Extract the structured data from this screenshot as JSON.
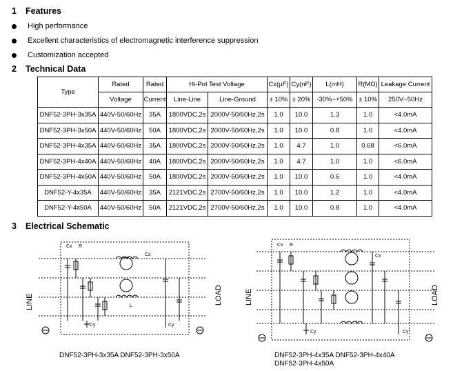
{
  "sections": {
    "features": {
      "num": "1",
      "title": "Features"
    },
    "technical": {
      "num": "2",
      "title": "Technical Data"
    },
    "schematic": {
      "num": "3",
      "title": "Electrical Schematic"
    }
  },
  "features": [
    "High performance",
    "Excellent characteristics of electromagnetic interference suppression",
    "Customization accepted"
  ],
  "table": {
    "headers": {
      "type": "Type",
      "rated_voltage_1": "Rated",
      "rated_voltage_2": "Voltage",
      "rated_current_1": "Rated",
      "rated_current_2": "Current",
      "hipot": "Hi-Pot Test Voltage",
      "line_line": "Line-Line",
      "line_ground": "Line-Ground",
      "cx_1": "Cx(μF)",
      "cx_2": "± 10%",
      "cy_1": "Cy(nF)",
      "cy_2": "± 20%",
      "l_1": "L(mH)",
      "l_2": "-30%~+50%",
      "r_1": "R(MΩ)",
      "r_2": "± 10%",
      "leak_1": "Leakage Current",
      "leak_2": "250V~50Hz"
    },
    "rows": [
      [
        "DNF52-3PH-3x35A",
        "440V-50/60Hz",
        "35A",
        "1800VDC,2s",
        "2000V-50/60Hz,2s",
        "1.0",
        "10.0",
        "1.3",
        "1.0",
        "<4.0mA"
      ],
      [
        "DNF52-3PH-3x50A",
        "440V-50/60Hz",
        "50A",
        "1800VDC,2s",
        "2000V-50/60Hz,2s",
        "1.0",
        "10.0",
        "0.8",
        "1.0",
        "<4.0mA"
      ],
      [
        "DNF52-3PH-4x35A",
        "440V-50/60Hz",
        "35A",
        "1800VDC,2s",
        "2000V-50/60Hz,2s",
        "1.0",
        "4.7",
        "1.0",
        "0.68",
        "<6.0mA"
      ],
      [
        "DNF52-3PH-4x40A",
        "440V-50/60Hz",
        "40A",
        "1800VDC,2s",
        "2000V-50/60Hz,2s",
        "1.0",
        "4.7",
        "1.0",
        "1.0",
        "<6.0mA"
      ],
      [
        "DNF52-3PH-4x50A",
        "440V-50/60Hz",
        "50A",
        "1800VDC,2s",
        "2000V-50/60Hz,2s",
        "1.0",
        "10.0",
        "0.6",
        "1.0",
        "<4.0mA"
      ],
      [
        "DNF52-Y-4x35A",
        "440V-50/60Hz",
        "35A",
        "2121VDC,2s",
        "2700V-50/60Hz,2s",
        "1.0",
        "10.0",
        "1.2",
        "1.0",
        "<4.0mA"
      ],
      [
        "DNF52-Y-4x50A",
        "440V-50/60Hz",
        "50A",
        "2121VDC,2s",
        "2700V-50/60Hz,2s",
        "1.0",
        "10.0",
        "0.8",
        "1.0",
        "<4.0mA"
      ]
    ]
  },
  "schematics": {
    "labels": {
      "line": "LINE",
      "load": "LOAD",
      "cx": "Cx",
      "cy": "Cy",
      "r": "R",
      "l": "L"
    },
    "left_caption": "DNF52-3PH-3x35A   DNF52-3PH-3x50A",
    "right_caption_1": "DNF52-3PH-4x35A   DNF52-3PH-4x40A",
    "right_caption_2": "DNF52-3PH-4x50A"
  }
}
